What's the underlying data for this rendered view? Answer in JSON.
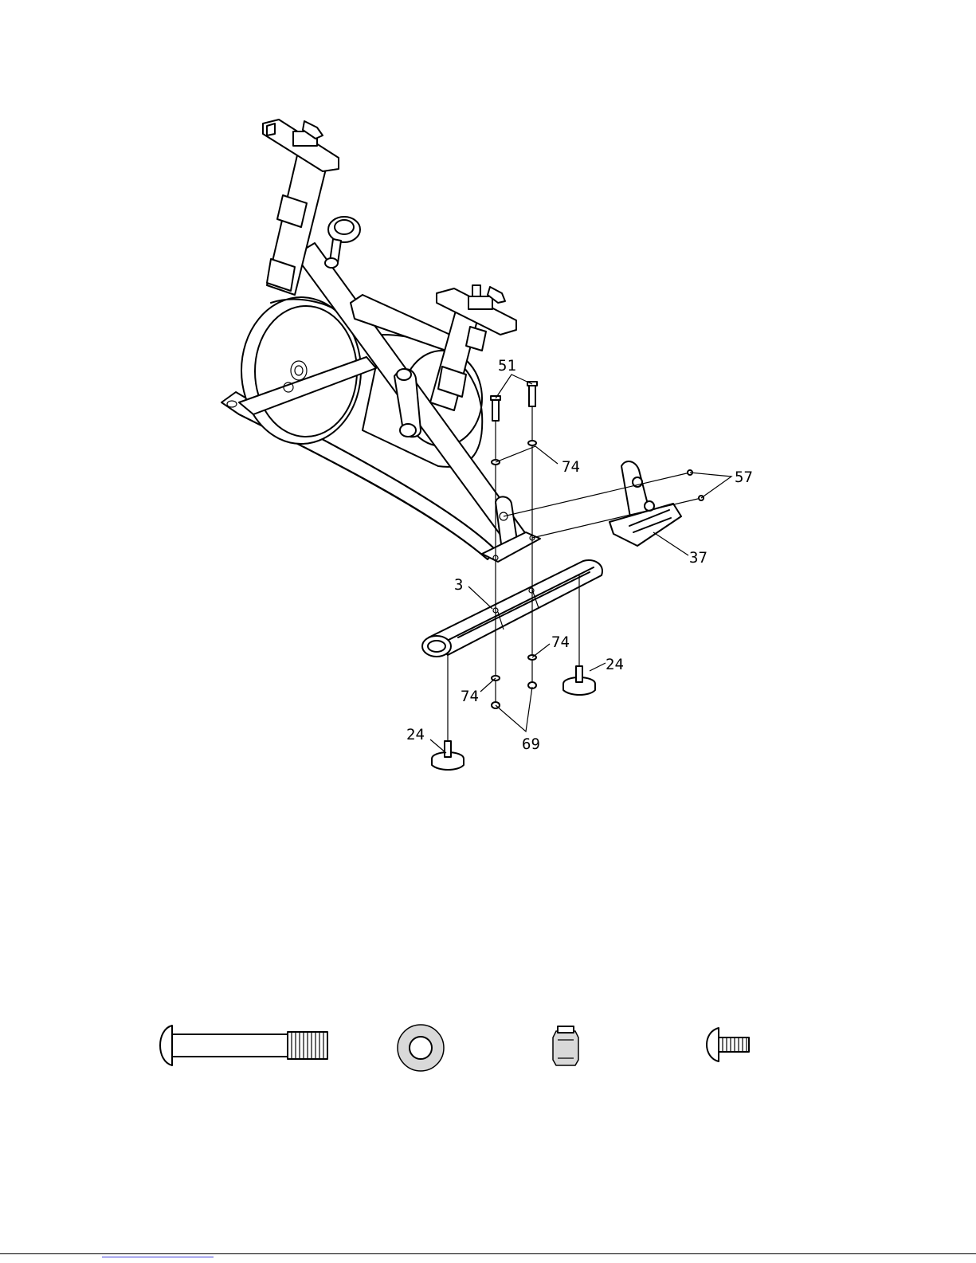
{
  "callouts": [
    {
      "id": "bolt-51",
      "text": "51"
    },
    {
      "id": "washer-74-top",
      "text": "74"
    },
    {
      "id": "cap-57",
      "text": "57"
    },
    {
      "id": "end-cap-37",
      "text": "37"
    },
    {
      "id": "stabilizer-3",
      "text": "3"
    },
    {
      "id": "washer-74-right",
      "text": "74"
    },
    {
      "id": "foot-24-right",
      "text": "24"
    },
    {
      "id": "washer-74-left",
      "text": "74"
    },
    {
      "id": "foot-24-left",
      "text": "24"
    },
    {
      "id": "nut-69",
      "text": "69"
    }
  ],
  "colors": {
    "line": "#000000",
    "background": "#ffffff",
    "footer_link": "#3a3ad9"
  }
}
